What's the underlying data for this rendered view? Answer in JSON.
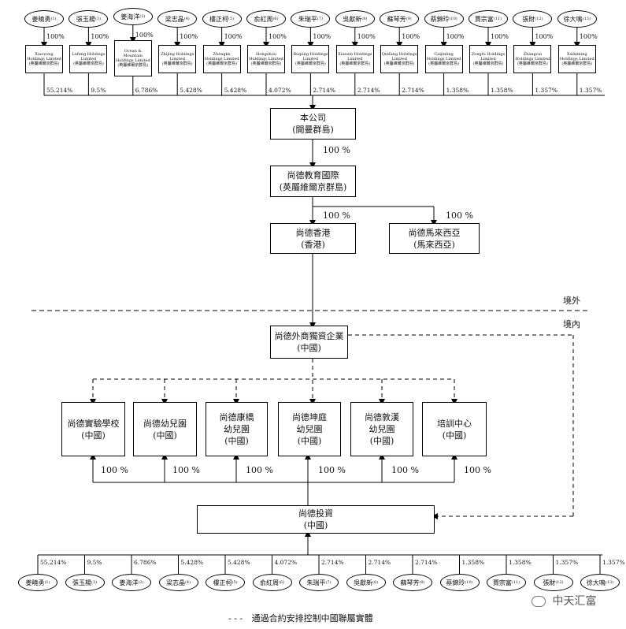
{
  "shareholders_top": [
    {
      "name": "姜曉勇",
      "note": "(1)",
      "holding_en": "Xiaoyong Holdings Limited",
      "holding_jur": "(英屬維爾京群島)",
      "pct": "55.214%"
    },
    {
      "name": "張玉楊",
      "note": "(3)",
      "holding_en": "Lufeng Holdings Limited",
      "holding_jur": "(英屬維爾京群島)",
      "pct": "9.5%"
    },
    {
      "name": "姜海洋",
      "note": "(2)",
      "holding_en": "Ocean & Mountain Holdings Limited",
      "holding_jur": "(英屬維爾京群島)",
      "pct": "6.786%"
    },
    {
      "name": "梁志晶",
      "note": "(4)",
      "holding_en": "Zhijing Holdings Limited",
      "holding_jur": "(英屬維爾京群島)",
      "pct": "5.428%"
    },
    {
      "name": "樓正柯",
      "note": "(5)",
      "holding_en": "Zhengke Holdings Limited",
      "holding_jur": "(英屬維爾京群島)",
      "pct": "5.428%"
    },
    {
      "name": "俞紅周",
      "note": "(6)",
      "holding_en": "Hongzhou Holdings Limited",
      "holding_jur": "(英屬維爾京群島)",
      "pct": "4.072%"
    },
    {
      "name": "朱瑞平",
      "note": "(7)",
      "holding_en": "Ruiping Holdings Limited",
      "holding_jur": "(英屬維爾京群島)",
      "pct": "2.714%"
    },
    {
      "name": "吳獻新",
      "note": "(8)",
      "holding_en": "Xianxin Holdings Limited",
      "holding_jur": "(英屬維爾京群島)",
      "pct": "2.714%"
    },
    {
      "name": "蘇琴芳",
      "note": "(9)",
      "holding_en": "Qinfang Holdings Limited",
      "holding_jur": "(英屬維爾京群島)",
      "pct": "2.714%"
    },
    {
      "name": "蔡錦玲",
      "note": "(10)",
      "holding_en": "Caijinling Holdings Limited",
      "holding_jur": "(英屬維爾京群島)",
      "pct": "1.358%"
    },
    {
      "name": "賈宗富",
      "note": "(11)",
      "holding_en": "Zongfu Holdings Limited",
      "holding_jur": "(英屬維爾京群島)",
      "pct": "1.358%"
    },
    {
      "name": "張財",
      "note": "(12)",
      "holding_en": "Zhangcai Holdings Limited",
      "holding_jur": "(英屬維爾京群島)",
      "pct": "1.357%"
    },
    {
      "name": "徐大鳴",
      "note": "(13)",
      "holding_en": "Xudaming Holdings Limited",
      "holding_jur": "(英屬維爾京群島)",
      "pct": "1.357%"
    }
  ],
  "holding_pct": "100%",
  "company": {
    "line1": "本公司",
    "line2": "(開曼群島)"
  },
  "company_to_intl_pct": "100 %",
  "intl": {
    "line1": "尚德教育國際",
    "line2": "(英屬維爾京群島)"
  },
  "intl_to_hk_pct": "100 %",
  "intl_to_my_pct": "100 %",
  "hk": {
    "line1": "尚德香港",
    "line2": "(香港)"
  },
  "my": {
    "line1": "尚德馬來西亞",
    "line2": "(馬來西亞)"
  },
  "offshore_label": "境外",
  "onshore_label": "境內",
  "wfoe": {
    "line1": "尚德外商獨資企業",
    "line2": "(中國)"
  },
  "schools": [
    {
      "line1": "尚德實驗學校",
      "line2": "(中國)"
    },
    {
      "line1": "尚德幼兒園",
      "line2": "(中國)"
    },
    {
      "line1": "尚德康橋",
      "line2": "幼兒園",
      "line3": "(中國)"
    },
    {
      "line1": "尚德坤庭",
      "line2": "幼兒園",
      "line3": "(中國)"
    },
    {
      "line1": "尚德敦漢",
      "line2": "幼兒園",
      "line3": "(中國)"
    },
    {
      "line1": "培訓中心",
      "line2": "(中國)"
    }
  ],
  "school_pcts": [
    "100 %",
    "100 %",
    "100 %",
    "100 %",
    "100 %",
    "100 %"
  ],
  "investment": {
    "line1": "尚德投資",
    "line2": "(中國)"
  },
  "shareholders_bottom": [
    {
      "name": "姜曉勇",
      "note": "(1)",
      "pct": "55.214%"
    },
    {
      "name": "張玉楊",
      "note": "(3)",
      "pct": "9.5%"
    },
    {
      "name": "姜海洋",
      "note": "(2)",
      "pct": "6.786%"
    },
    {
      "name": "梁志晶",
      "note": "(4)",
      "pct": "5.428%"
    },
    {
      "name": "樓正柯",
      "note": "(5)",
      "pct": "5.428%"
    },
    {
      "name": "俞紅周",
      "note": "(6)",
      "pct": "4.072%"
    },
    {
      "name": "朱瑞平",
      "note": "(7)",
      "pct": "2.714%"
    },
    {
      "name": "吳獻新",
      "note": "(8)",
      "pct": "2.714%"
    },
    {
      "name": "蘇琴芳",
      "note": "(9)",
      "pct": "2.714%"
    },
    {
      "name": "蔡錦玲",
      "note": "(10)",
      "pct": "1.358%"
    },
    {
      "name": "賈宗富",
      "note": "(11)",
      "pct": "1.358%"
    },
    {
      "name": "張財",
      "note": "(12)",
      "pct": "1.357%"
    },
    {
      "name": "徐大鳴",
      "note": "(13)",
      "pct": "1.357%"
    }
  ],
  "legend": {
    "symbol": "- - -",
    "text": "通過合約安排控制中國聯屬實體"
  },
  "watermark": "中天汇富"
}
